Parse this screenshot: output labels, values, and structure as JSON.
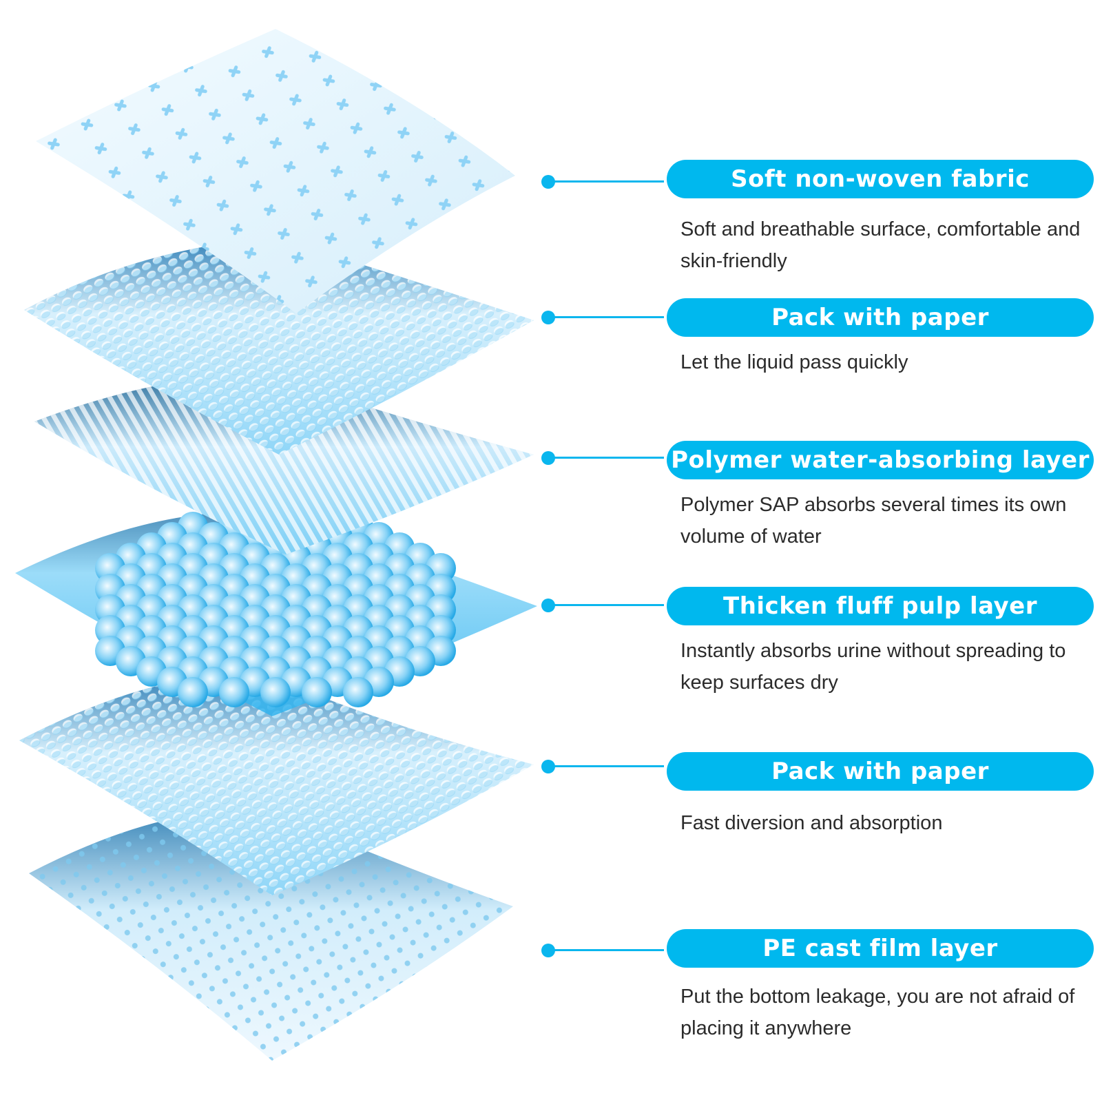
{
  "colors": {
    "accent": "#00b8ee",
    "text": "#2b2b2b",
    "layer_light": "#dff1fb",
    "layer_mid": "#8fd3f6",
    "layer_dark": "#33b4ee"
  },
  "layers": [
    {
      "title": "Soft non-woven fabric",
      "description": "Soft and breathable surface, comfortable and skin-friendly"
    },
    {
      "title": "Pack with paper",
      "description": "Let the liquid pass quickly"
    },
    {
      "title": "Polymer water-absorbing layer",
      "description": "Polymer SAP absorbs several times its own volume of water"
    },
    {
      "title": "Thicken fluff pulp layer",
      "description": "Instantly absorbs urine without spreading to keep surfaces dry"
    },
    {
      "title": "Pack with paper",
      "description": "Fast diversion and absorption"
    },
    {
      "title": "PE cast film layer",
      "description": "Put the bottom leakage, you are not afraid of placing it anywhere"
    }
  ]
}
